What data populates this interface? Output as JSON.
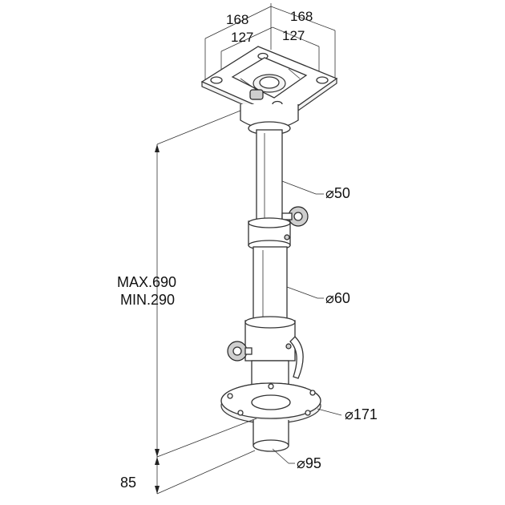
{
  "dimensions": {
    "top_left_outer": "168",
    "top_left_inner": "127",
    "top_right_outer": "168",
    "top_right_inner": "127",
    "diam_upper_tube": "⌀50",
    "diam_lower_tube": "⌀60",
    "diam_base_flange": "⌀171",
    "diam_bottom": "⌀95",
    "height_max": "MAX.690",
    "height_min": "MIN.290",
    "bottom_offset": "85"
  }
}
